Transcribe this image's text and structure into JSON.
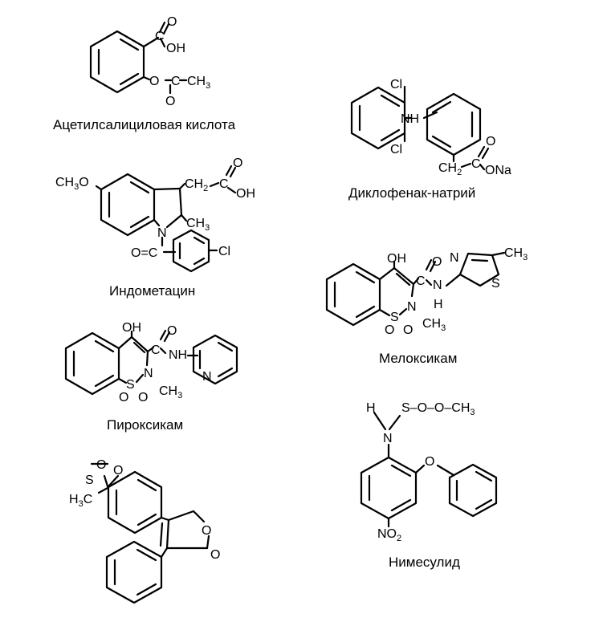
{
  "compounds": {
    "aspirin": {
      "name": "Ацетилсалициловая кислота",
      "labels": {
        "o_top": "O",
        "oh": "OH",
        "o_ester": "O",
        "c_ester": "C",
        "ch3": "CH3",
        "o_bottom": "O",
        "c_acid": "C"
      }
    },
    "diclofenac": {
      "name": "Диклофенак-натрий",
      "labels": {
        "cl_top": "Cl",
        "nh": "NH",
        "cl_bottom": "Cl",
        "ch2": "CH2",
        "c": "C",
        "o": "O",
        "ona": "ONa"
      }
    },
    "indomethacin": {
      "name": "Индометацин",
      "labels": {
        "och3": "CH3O",
        "ch2": "CH2",
        "c": "C",
        "o": "O",
        "oh": "OH",
        "n": "N",
        "ch3": "CH3",
        "oc": "O=C",
        "cl": "Cl"
      }
    },
    "meloxicam": {
      "name": "Мелоксикам",
      "labels": {
        "oh": "OH",
        "c": "C",
        "o_amide": "O",
        "n_thz": "N",
        "ch3_thz": "CH3",
        "nh_n": "N",
        "nh_h": "H",
        "s_thz": "S",
        "s": "S",
        "n": "N",
        "o1": "O",
        "o2": "O",
        "ch3": "CH3"
      }
    },
    "piroxicam": {
      "name": "Пироксикам",
      "labels": {
        "oh": "OH",
        "c": "C",
        "o_amide": "O",
        "nh": "NH",
        "n_pyr": "N",
        "s": "S",
        "n": "N",
        "o1": "O",
        "o2": "O",
        "ch3": "CH3"
      }
    },
    "nimesulide": {
      "name": "Нимесулид",
      "labels": {
        "h": "H",
        "n": "N",
        "chain": "S–O–O–CH3",
        "o": "O",
        "no2": "NO2"
      }
    },
    "rofecoxib": {
      "name": "",
      "labels": {
        "s": "S",
        "o1": "O",
        "o2": "O",
        "h3c": "H3C",
        "o_ring": "O",
        "o_carbonyl": "O"
      }
    }
  }
}
